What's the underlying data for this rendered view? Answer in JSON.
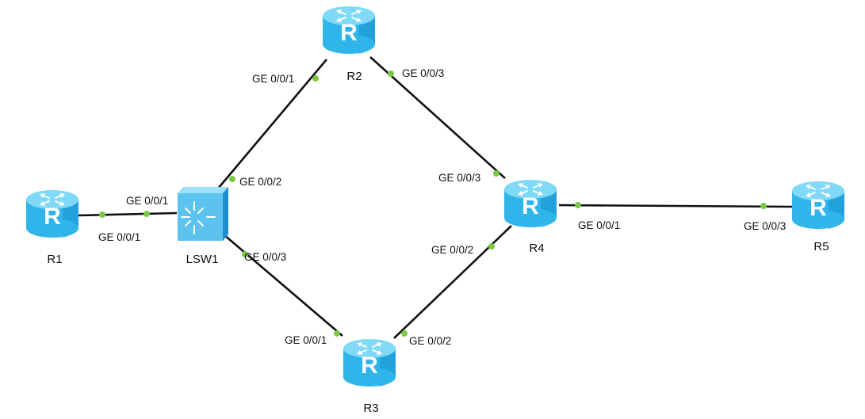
{
  "colors": {
    "link": "#111111",
    "port_dot": "#7ac943",
    "router_top": "#7fd9f7",
    "router_body": "#2fb5ea",
    "router_side": "#1891cf",
    "switch_face": "#5cc3ef",
    "switch_side": "#1b8fd0"
  },
  "devices": {
    "R1": {
      "label": "R1",
      "type": "router",
      "icon": "router-icon"
    },
    "LSW1": {
      "label": "LSW1",
      "type": "switch",
      "icon": "switch-icon"
    },
    "R2": {
      "label": "R2",
      "type": "router",
      "icon": "router-icon"
    },
    "R3": {
      "label": "R3",
      "type": "router",
      "icon": "router-icon"
    },
    "R4": {
      "label": "R4",
      "type": "router",
      "icon": "router-icon"
    },
    "R5": {
      "label": "R5",
      "type": "router",
      "icon": "router-icon"
    }
  },
  "links": [
    {
      "from": "R1",
      "from_port": "GE 0/0/1",
      "to": "LSW1",
      "to_port": "GE 0/0/1"
    },
    {
      "from": "LSW1",
      "from_port": "GE 0/0/2",
      "to": "R2",
      "to_port": "GE 0/0/1"
    },
    {
      "from": "LSW1",
      "from_port": "GE 0/0/3",
      "to": "R3",
      "to_port": "GE 0/0/1"
    },
    {
      "from": "R2",
      "from_port": "GE 0/0/3",
      "to": "R4",
      "to_port": "GE 0/0/3"
    },
    {
      "from": "R3",
      "from_port": "GE 0/0/2",
      "to": "R4",
      "to_port": "GE 0/0/2"
    },
    {
      "from": "R4",
      "from_port": "GE 0/0/1",
      "to": "R5",
      "to_port": "GE 0/0/3"
    }
  ]
}
